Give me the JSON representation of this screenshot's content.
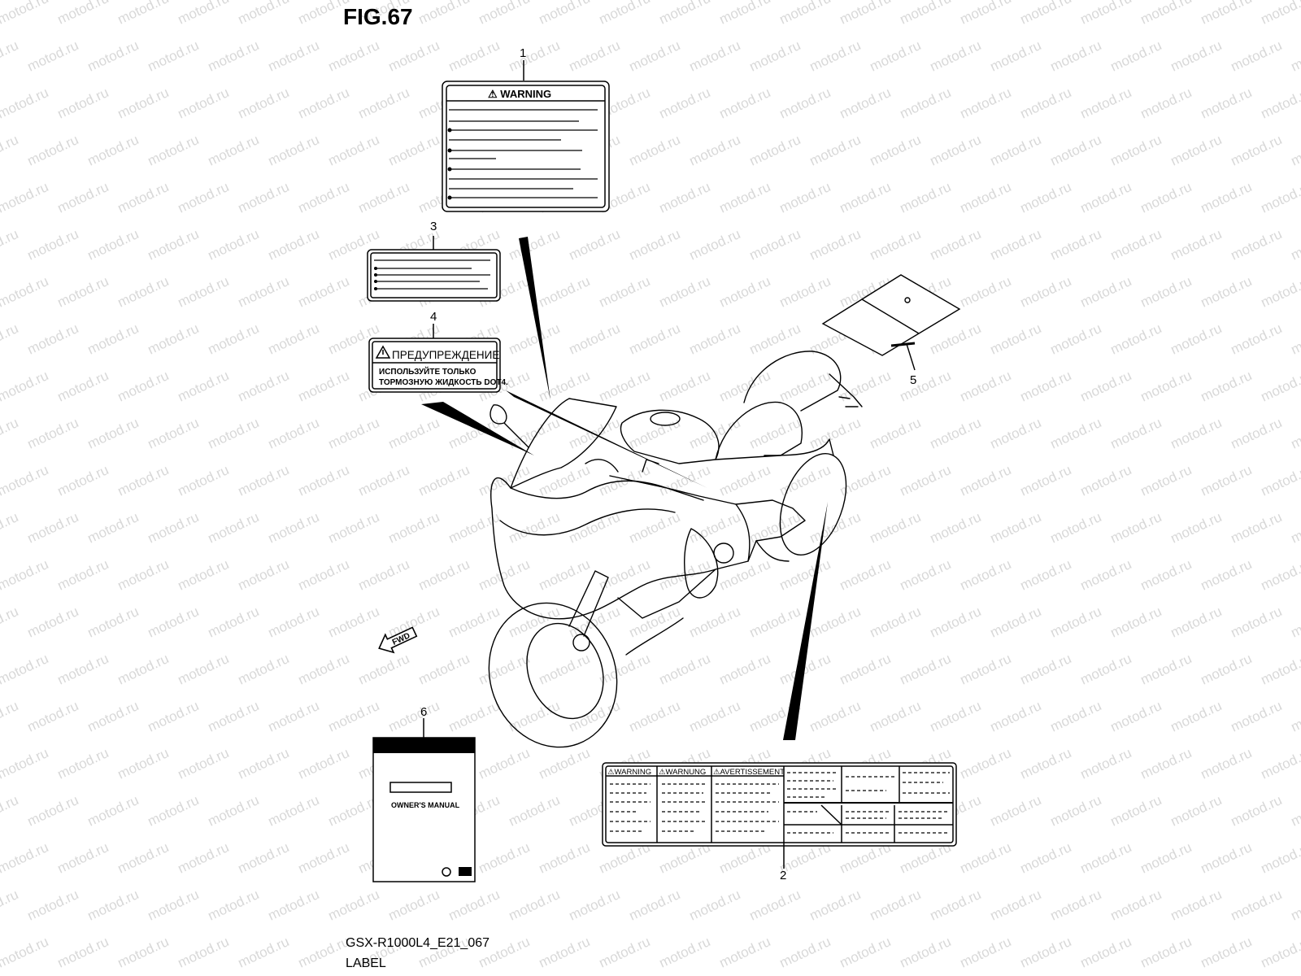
{
  "figure": {
    "title": "FIG.67",
    "code": "GSX-R1000L4_E21_067",
    "name": "LABEL"
  },
  "watermark": "motod.ru",
  "callouts": [
    "1",
    "2",
    "3",
    "4",
    "5",
    "6"
  ],
  "labels": {
    "warning_main": "⚠ WARNING",
    "warning_ru_title": "ПРЕДУПРЕЖДЕНИЕ",
    "warning_ru_line1": "ИСПОЛЬЗУЙТЕ ТОЛЬКО",
    "warning_ru_line2": "ТОРМОЗНУЮ ЖИДКОСТЬ DOT4.",
    "col_warning": "⚠WARNING",
    "col_warnung": "⚠WARNUNG",
    "col_avertissement": "⚠AVERTISSEMENT",
    "manual_title": "OWNER'S MANUAL",
    "fwd": "FWD"
  }
}
